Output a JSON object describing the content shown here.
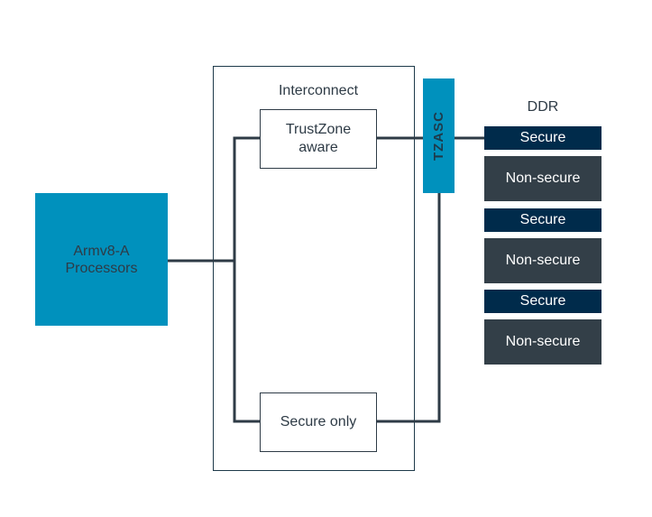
{
  "diagram": {
    "processor_label": "Armv8-A\nProcessors",
    "interconnect_label": "Interconnect",
    "trustzone_label": "TrustZone\naware",
    "secure_only_label": "Secure only",
    "tzasc_label": "TZASC",
    "ddr_label": "DDR",
    "ddr_regions": [
      {
        "label": "Secure",
        "kind": "secure"
      },
      {
        "label": "Non-secure",
        "kind": "nonsecure"
      },
      {
        "label": "Secure",
        "kind": "secure"
      },
      {
        "label": "Non-secure",
        "kind": "nonsecure"
      },
      {
        "label": "Secure",
        "kind": "secure"
      },
      {
        "label": "Non-secure",
        "kind": "nonsecure"
      }
    ]
  },
  "colors": {
    "accent_blue": "#0091bd",
    "secure_fill": "#002b4b",
    "nonsecure_fill": "#333f48",
    "line": "#2e3b46"
  }
}
